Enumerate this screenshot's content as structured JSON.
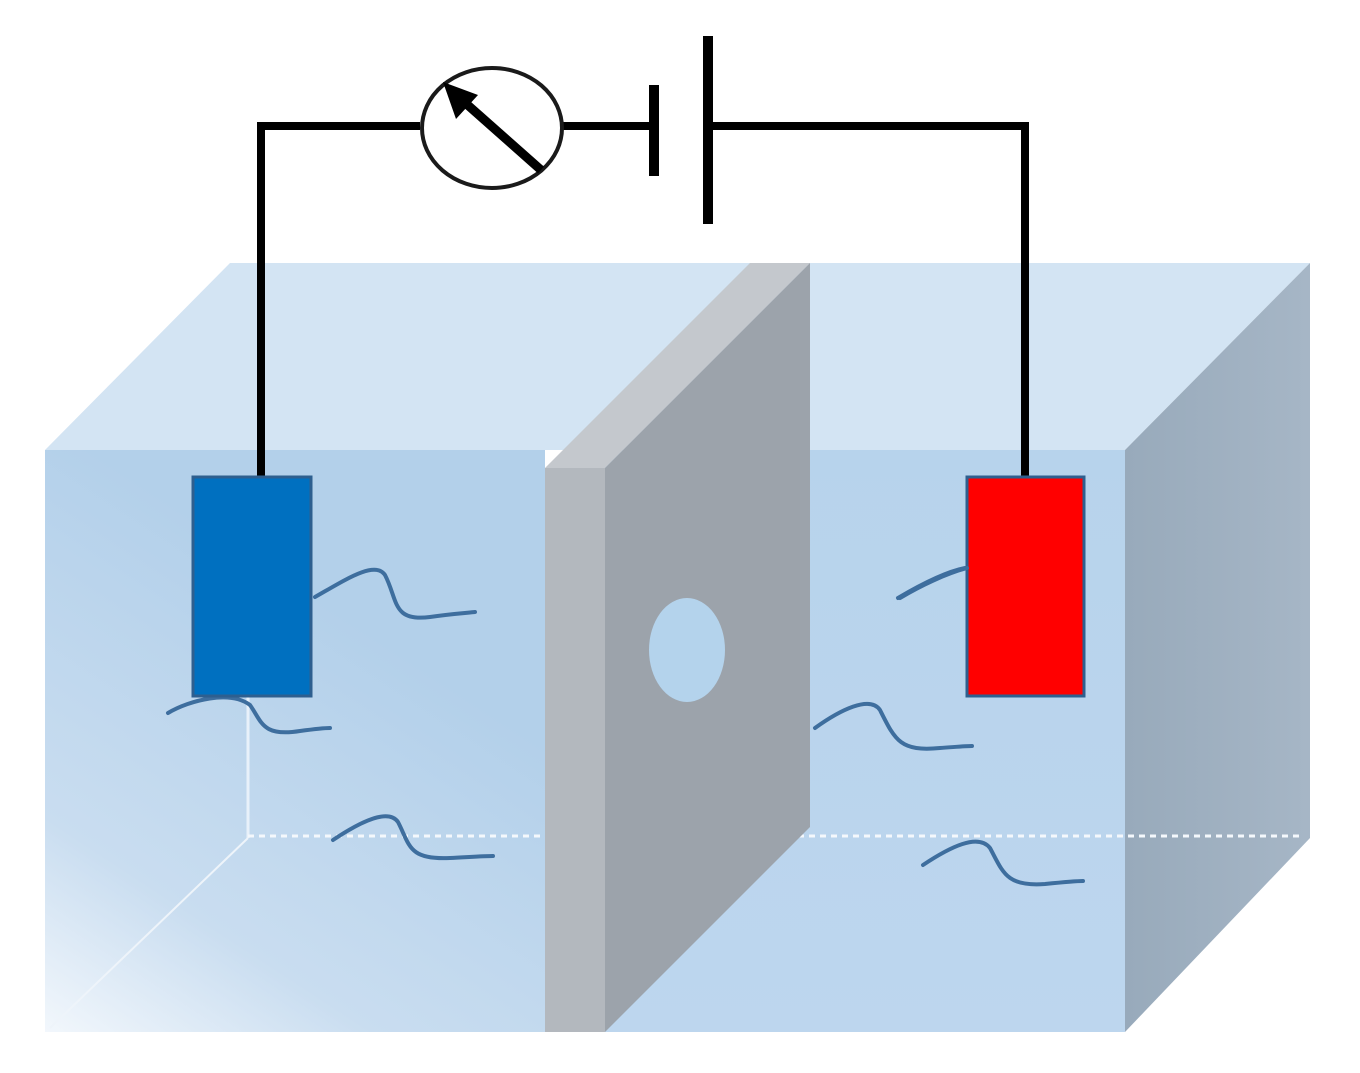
{
  "diagram": {
    "colors": {
      "left_electrode": "#0070C0",
      "right_electrode": "#FF0000",
      "electrode_border": "#2E5F8F",
      "wire": "#000000",
      "strand": "#3E6E9E",
      "membrane_front": "#9CA3AB",
      "membrane_edge": "#B3B8BE",
      "membrane_top": "#C4C8CD",
      "pore": "#B4D3EC",
      "water_front": "#B7D3EC",
      "water_top": "#D3E4F3",
      "water_side": "#A1B2C3"
    },
    "components": {
      "meter": "ammeter-symbol",
      "source": "battery-symbol",
      "membrane": "membrane-with-nanopore",
      "molecules": "dna-strands"
    },
    "strand_count": 6
  }
}
